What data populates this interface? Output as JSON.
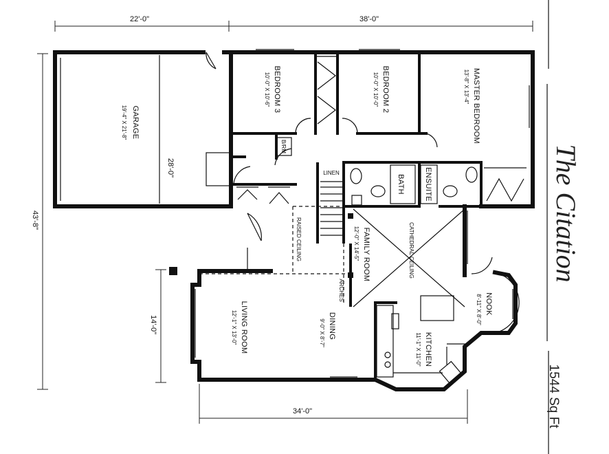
{
  "title": "The Citation",
  "square_footage": "1544 Sq Ft",
  "dimensions": {
    "top_left": "22'-0\"",
    "top_right": "38'-0\"",
    "left_overall": "43'-8\"",
    "left_lower": "14'-0\"",
    "bottom": "34'-0\"",
    "garage_depth": "28'-0\""
  },
  "rooms": {
    "garage": {
      "name": "GARAGE",
      "size": "19'-4\" X 21'-8\""
    },
    "bedroom3": {
      "name": "BEDROOM 3",
      "size": "10'-0\" X 10'-6\""
    },
    "bedroom2": {
      "name": "BEDROOM 2",
      "size": "10'-0\" X 10'-0\""
    },
    "master": {
      "name": "MASTER BEDROOM",
      "size": "13'-8\" X 13'-4\""
    },
    "family": {
      "name": "FAMILY ROOM",
      "size": "12'-0\" X 14'-5\""
    },
    "living": {
      "name": "LIVING ROOM",
      "size": "12'-1\" X 13'-0\""
    },
    "dining": {
      "name": "DINING",
      "size": "9'-0\" X 8'-7\""
    },
    "kitchen": {
      "name": "KITCHEN",
      "size": "11'-1\" X 11'-0\""
    },
    "nook": {
      "name": "NOOK",
      "size": "8'-11\" X 8'-0\""
    }
  },
  "labels": {
    "bath": "BATH",
    "ensuite": "ENSUITE",
    "linen": "LINEN",
    "broom": "B/RM",
    "raised_ceiling": "RAISED CEILING",
    "cathedral_ceiling": "CATHEDRAL CEILING",
    "arches": "ARCHES"
  }
}
